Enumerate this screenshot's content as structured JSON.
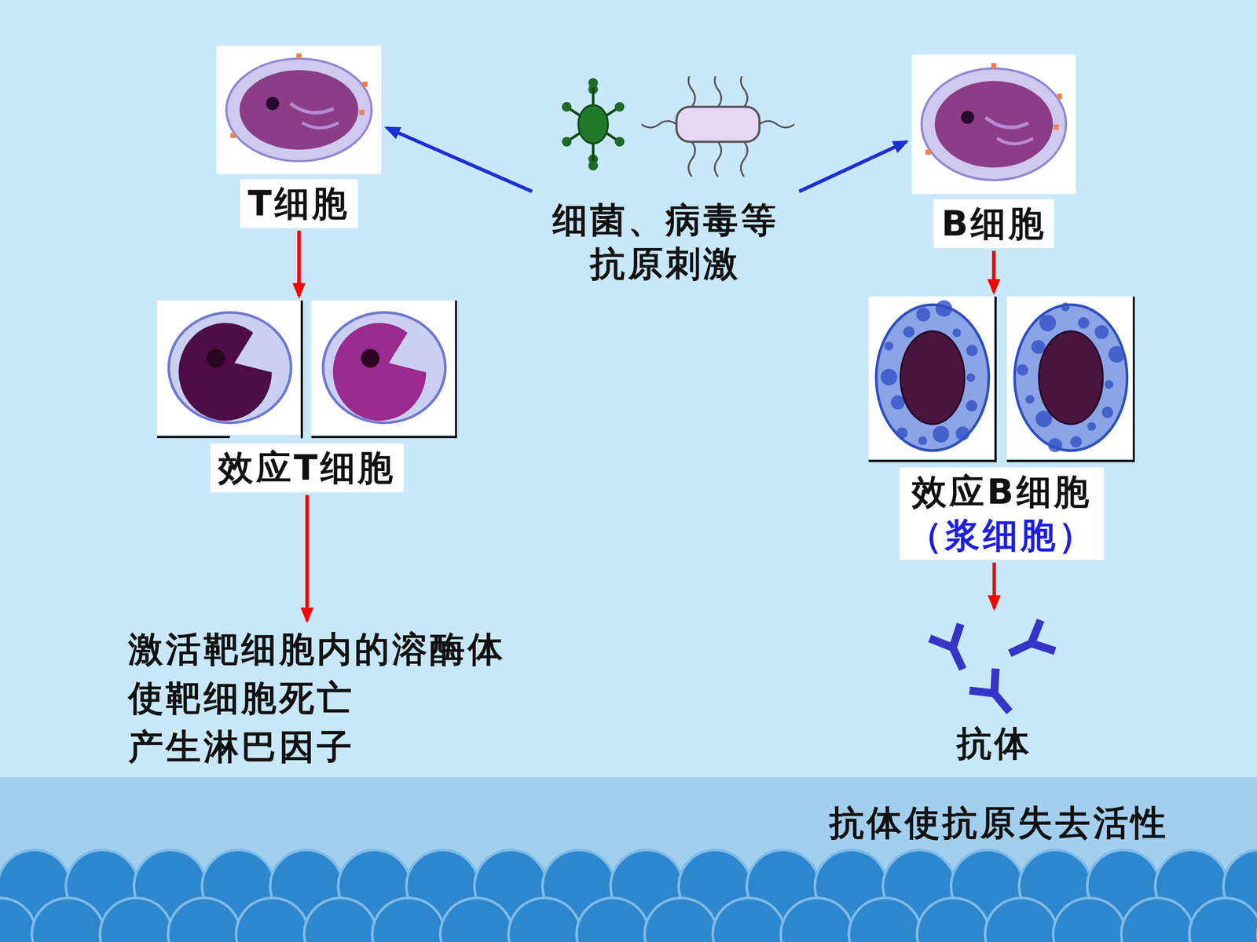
{
  "diagram": {
    "nodes": [
      {
        "text": [
          "T细胞"
        ]
      },
      {
        "text": [
          "细菌、病毒等 抗原刺激"
        ]
      },
      {
        "text": [
          "B细胞"
        ]
      },
      {
        "text": [
          "效应T细胞"
        ]
      },
      {
        "text": [
          "效应B细胞",
          "（浆细胞）"
        ]
      },
      {
        "text": [
          "激活靶细胞内的溶酶体",
          "使靶细胞死亡",
          "产生淋巴因子"
        ]
      },
      {
        "text": [
          "抗体"
        ]
      }
    ],
    "edges": [
      {
        "from": 1,
        "to": 0,
        "arrow": "to"
      },
      {
        "from": 1,
        "to": 2,
        "arrow": "to"
      },
      {
        "from": 0,
        "to": 3,
        "arrow": "to"
      },
      {
        "from": 2,
        "to": 4,
        "arrow": "to"
      },
      {
        "from": 3,
        "to": 5,
        "arrow": "to"
      },
      {
        "from": 4,
        "to": 6,
        "arrow": "to"
      }
    ],
    "labels": [
      "抗体使抗原失去活性"
    ]
  }
}
